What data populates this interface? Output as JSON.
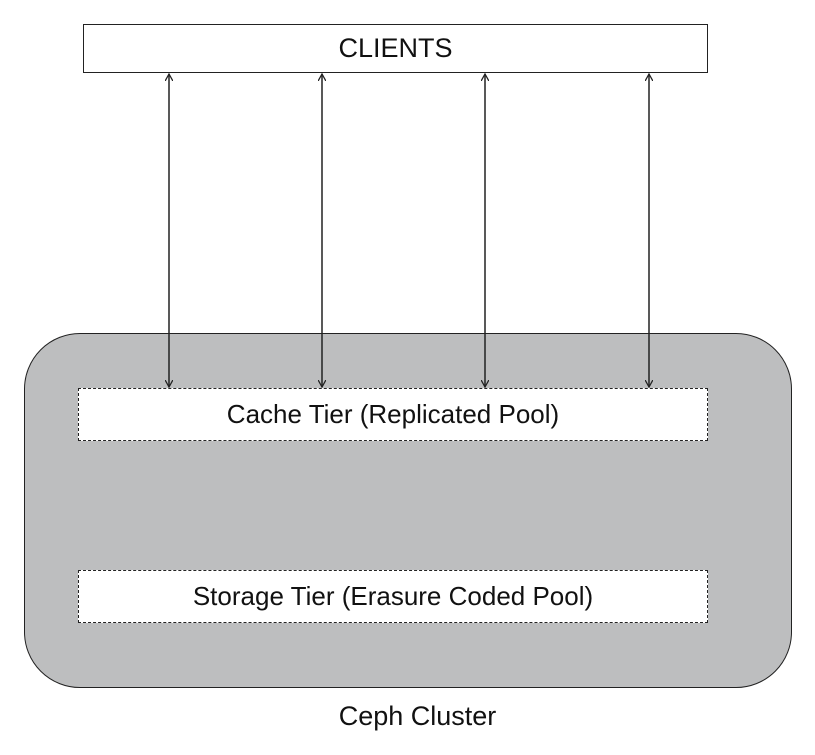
{
  "clients": {
    "label": "CLIENTS"
  },
  "cluster": {
    "label": "Ceph Cluster",
    "cache_tier": {
      "label": "Cache Tier (Replicated Pool)"
    },
    "storage_tier": {
      "label": "Storage Tier (Erasure Coded Pool)"
    }
  },
  "connections": {
    "count": 4,
    "direction": "bidirectional",
    "from": "CLIENTS",
    "to": "Cache Tier (Replicated Pool)"
  },
  "colors": {
    "cluster_fill": "#bdbebf",
    "stroke": "#222222",
    "box_fill": "#ffffff"
  }
}
